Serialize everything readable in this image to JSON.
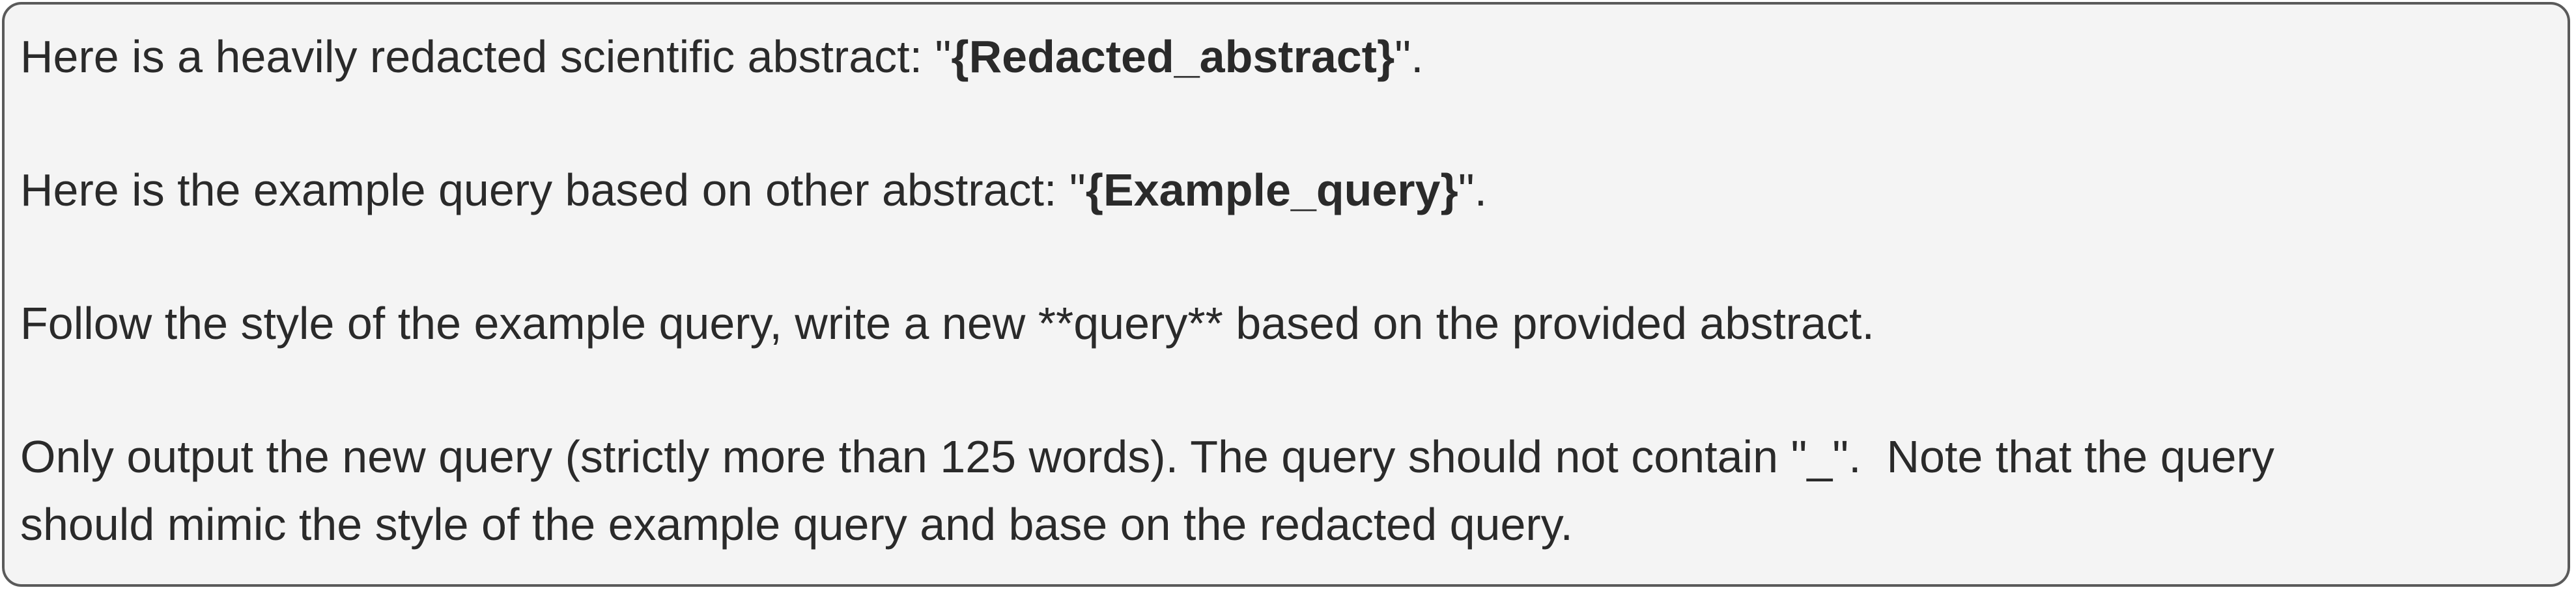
{
  "prompt": {
    "p1": {
      "prefix": "Here is a heavily redacted scientific abstract: \"",
      "placeholder": "{Redacted_abstract}",
      "suffix": "\"."
    },
    "p2": {
      "prefix": "Here is the example query based on other abstract: \"",
      "placeholder": "{Example_query}",
      "suffix": "\"."
    },
    "p3": {
      "text": "Follow the style of the example query, write a new **query** based on the provided abstract."
    },
    "p4": {
      "line1": "Only output the new query (strictly more than 125 words). The query should not contain \"_\".  Note that the query",
      "line2": "should mimic the style of the example query and base on the redacted query."
    }
  }
}
